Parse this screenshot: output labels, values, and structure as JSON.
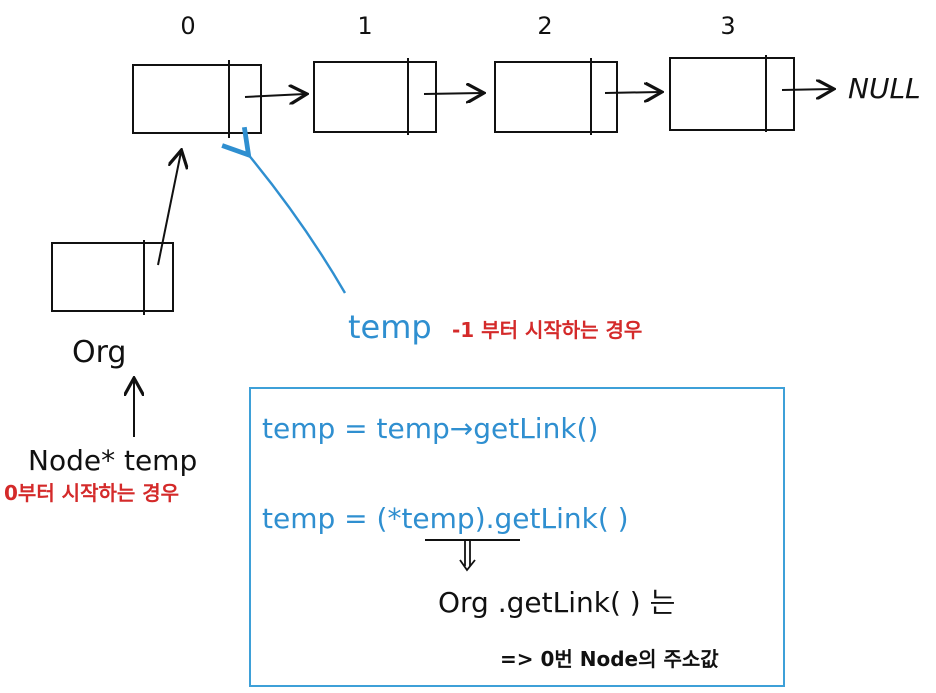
{
  "nodes": {
    "index_labels": [
      "0",
      "1",
      "2",
      "3"
    ],
    "null_label": "NULL"
  },
  "org": {
    "label": "Org",
    "pointer_decl": "Node* temp",
    "note": "0부터 시작하는 경우"
  },
  "temp": {
    "label": "temp",
    "note": "-1 부터 시작하는 경우"
  },
  "code_box": {
    "line1": "temp  =  temp→getLink()",
    "line2": "temp = (*temp).getLink( )",
    "line3": "Org  .getLink( ) 는",
    "conclusion": "=> 0번 Node의 주소값"
  },
  "colors": {
    "ink": "#111111",
    "blue": "#2f8fd0",
    "red": "#d42a2a",
    "box_border": "#3ea0d8"
  }
}
